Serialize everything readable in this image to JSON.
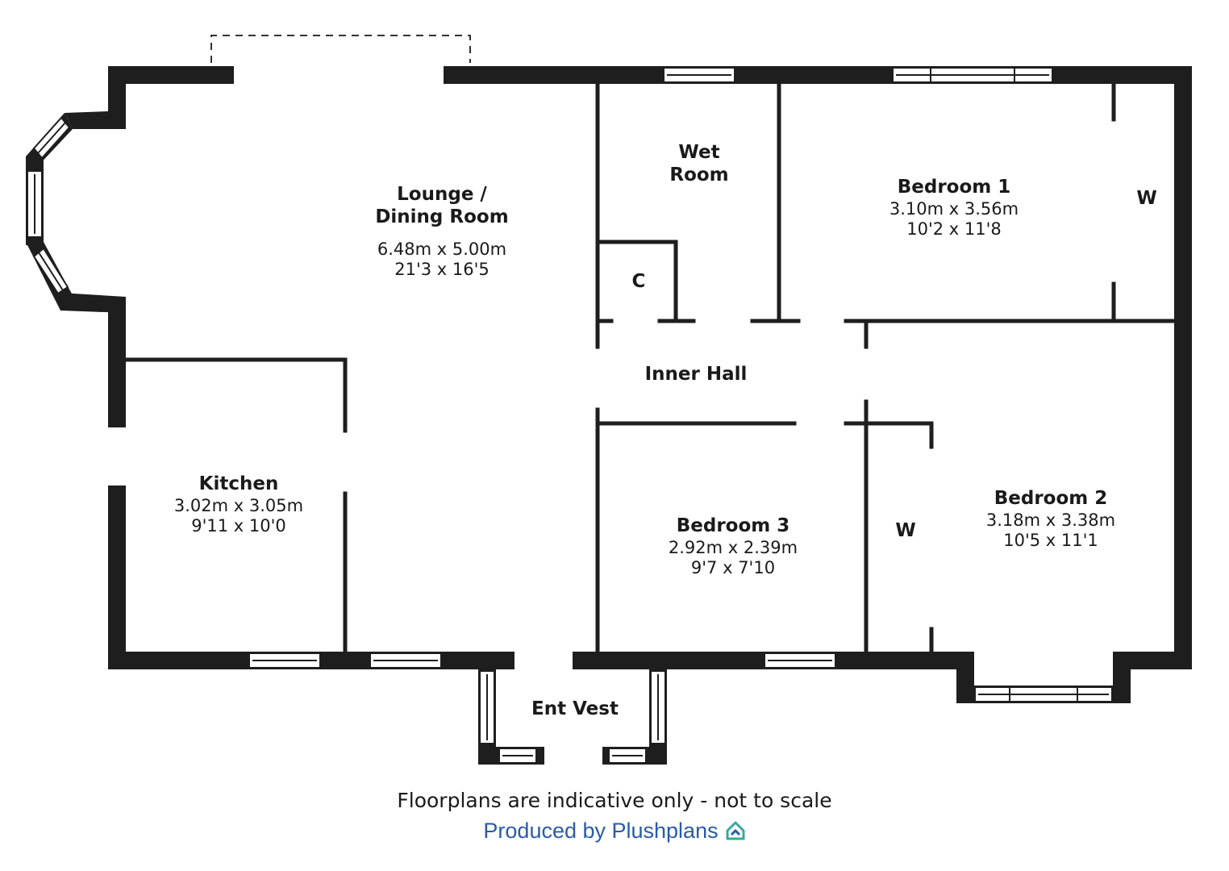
{
  "rooms": {
    "lounge": {
      "name_l1": "Lounge /",
      "name_l2": "Dining Room",
      "metric": "6.48m x 5.00m",
      "imperial": "21'3 x 16'5"
    },
    "wet_room": {
      "name_l1": "Wet",
      "name_l2": "Room"
    },
    "bedroom1": {
      "name": "Bedroom 1",
      "metric": "3.10m x 3.56m",
      "imperial": "10'2 x 11'8"
    },
    "bedroom2": {
      "name": "Bedroom 2",
      "metric": "3.18m x 3.38m",
      "imperial": "10'5 x 11'1"
    },
    "bedroom3": {
      "name": "Bedroom 3",
      "metric": "2.92m x 2.39m",
      "imperial": "9'7 x 7'10"
    },
    "kitchen": {
      "name": "Kitchen",
      "metric": "3.02m x 3.05m",
      "imperial": "9'11 x 10'0"
    },
    "inner_hall": {
      "name": "Inner Hall"
    },
    "ent_vest": {
      "name": "Ent Vest"
    },
    "cupboard": {
      "name": "C"
    },
    "wardrobe1": {
      "name": "W"
    },
    "wardrobe2": {
      "name": "W"
    }
  },
  "footer": {
    "disclaimer": "Floorplans are indicative only - not to scale",
    "credit": "Produced by Plushplans"
  },
  "colors": {
    "wall": "#1e1e1e",
    "credit": "#2a5aa8",
    "logo": "#3aa89a"
  }
}
